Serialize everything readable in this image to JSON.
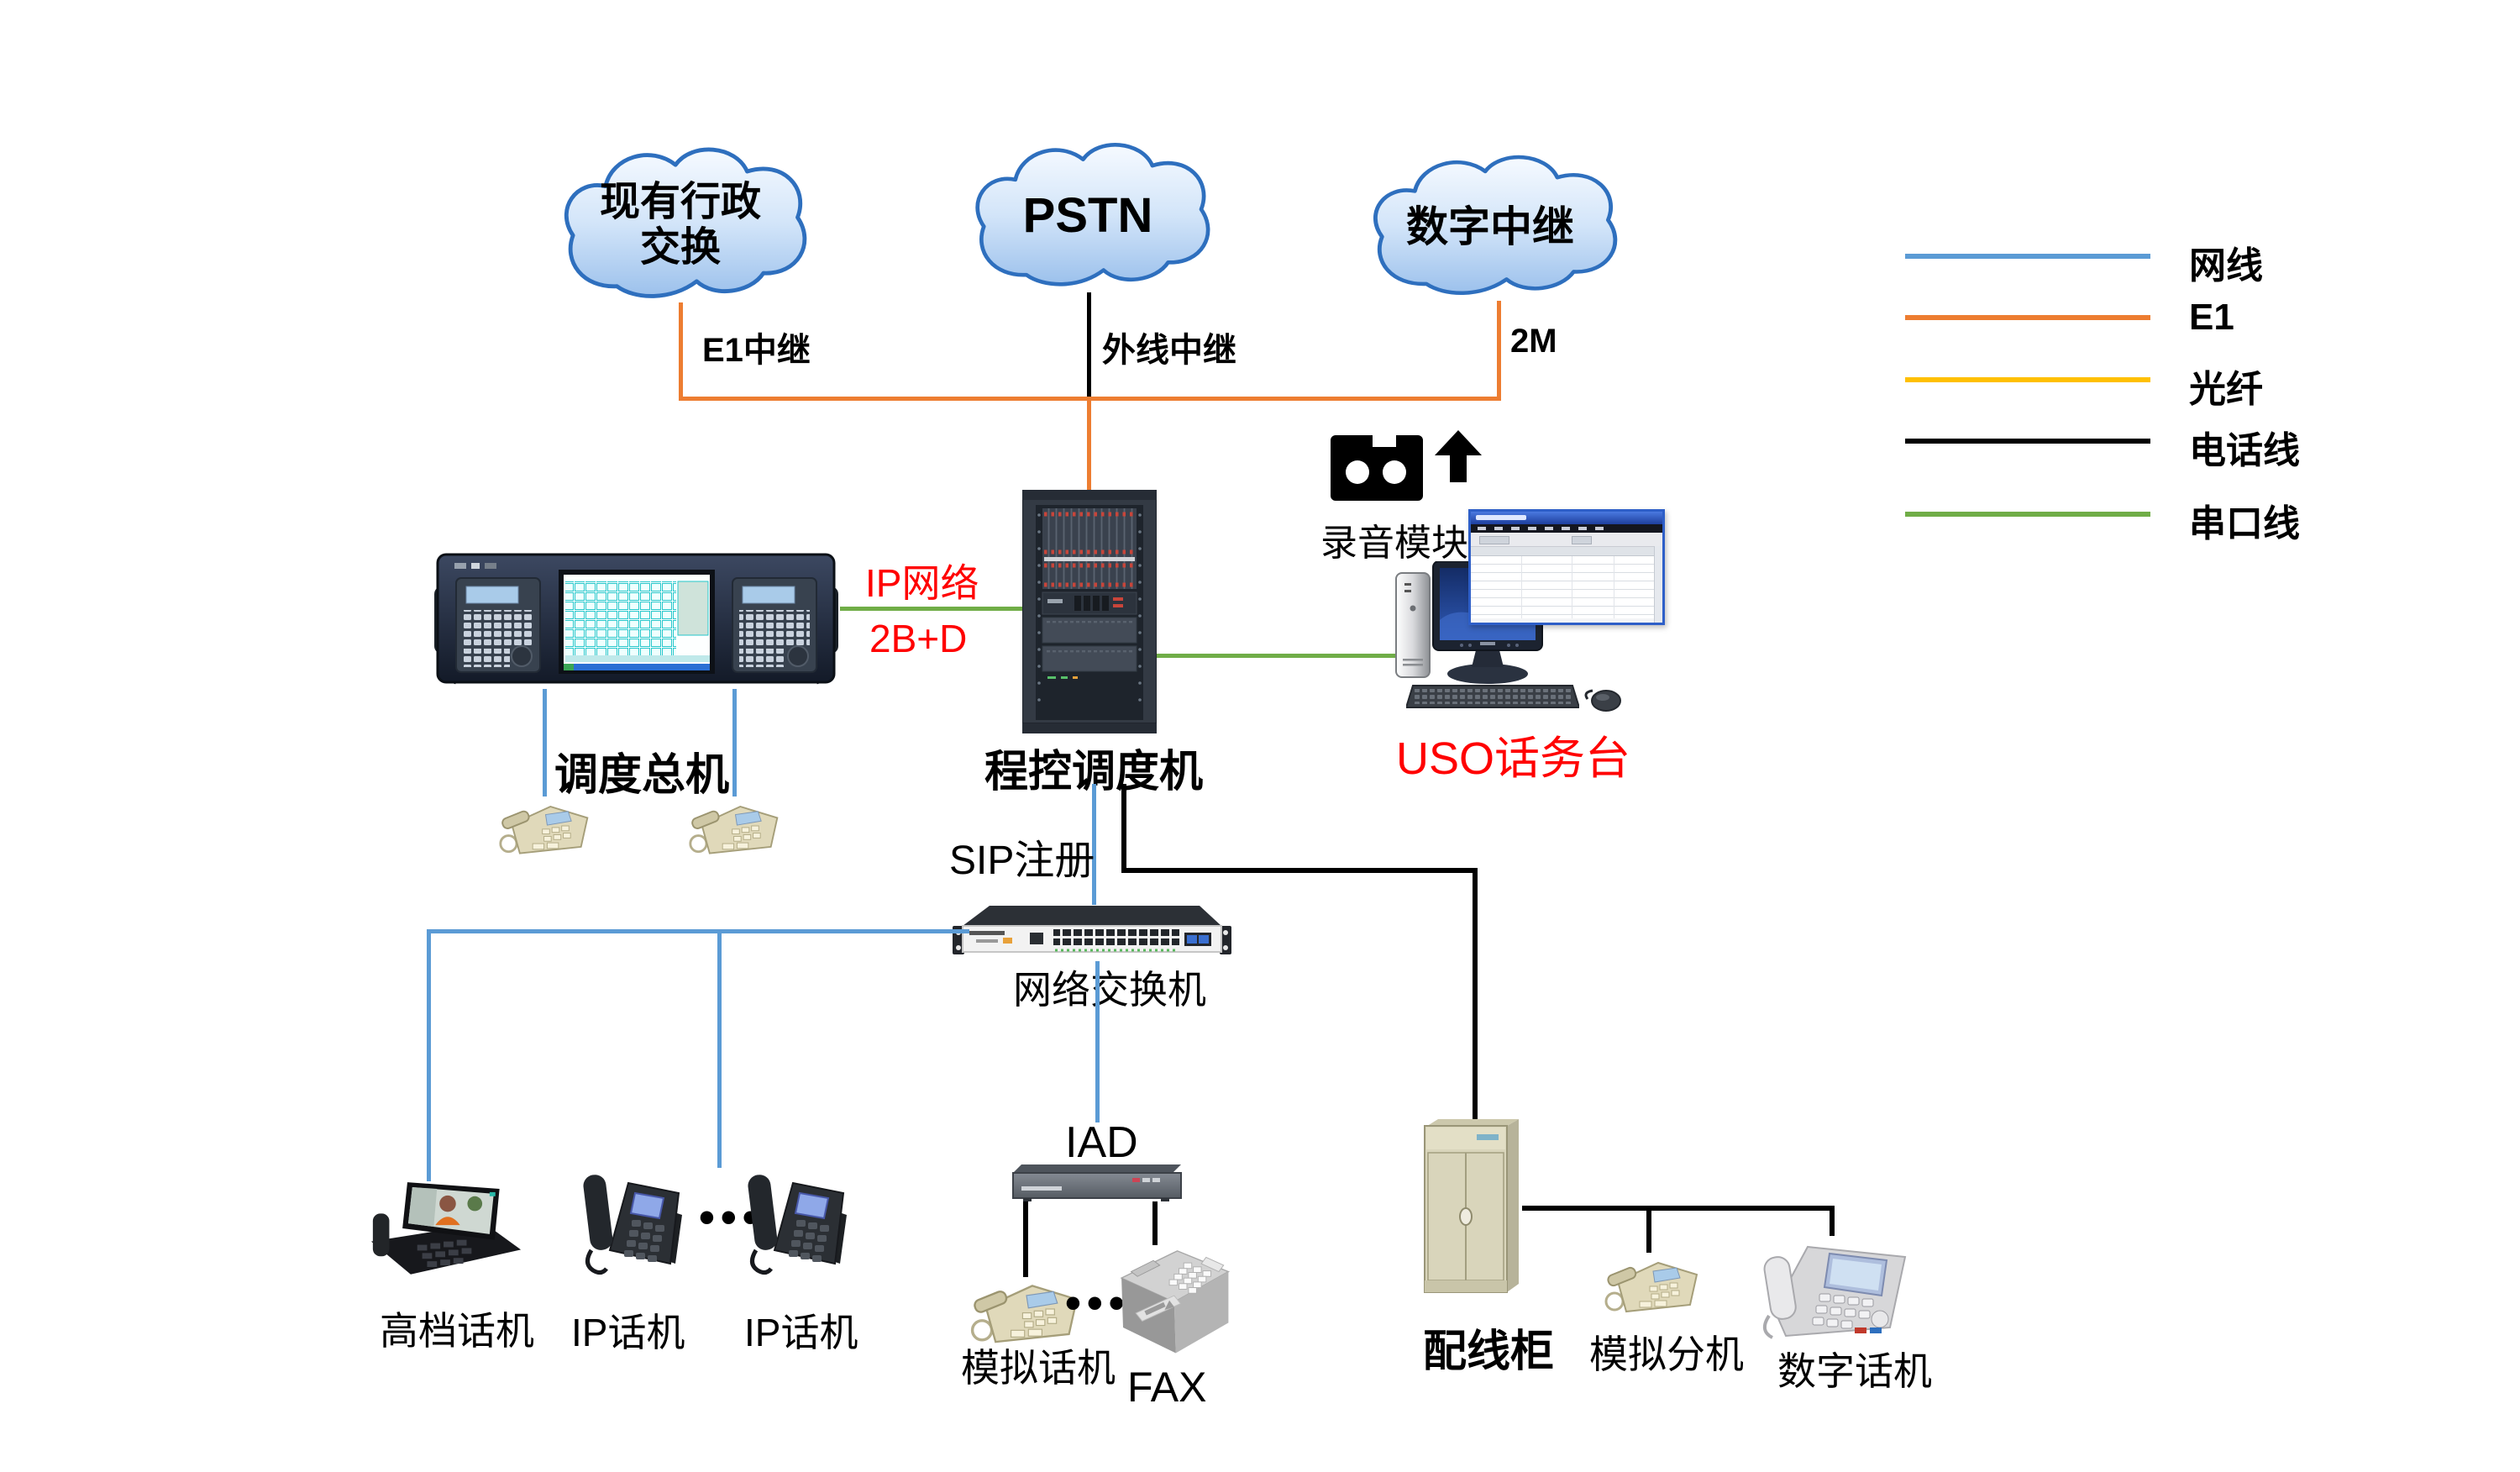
{
  "clouds": {
    "admin": {
      "line1": "现有行政",
      "line2": "交换"
    },
    "pstn": {
      "label": "PSTN"
    },
    "digital": {
      "label": "数字中继"
    }
  },
  "links": {
    "e1_trunk": "E1中继",
    "outside_trunk": "外线中继",
    "two_m": "2M",
    "ip_network": "IP网络",
    "bd": "2B+D",
    "sip_register": "SIP注册",
    "dots": "•••"
  },
  "legend": {
    "items": [
      {
        "label": "网线",
        "color": "#5B9BD5"
      },
      {
        "label": "E1",
        "color": "#ED7D31"
      },
      {
        "label": "光纤",
        "color": "#FFC000"
      },
      {
        "label": "电话线",
        "color": "#000000"
      },
      {
        "label": "串口线",
        "color": "#70AD47"
      }
    ]
  },
  "devices": {
    "dispatch_console": "调度总机",
    "pbx_rack": "程控调度机",
    "recording_module": "录音模块",
    "uso_console": "USO话务台",
    "network_switch": "网络交换机",
    "iad": "IAD",
    "premium_phone": "高档话机",
    "ip_phone_1": "IP话机",
    "ip_phone_2": "IP话机",
    "analog_phone": "模拟话机",
    "fax": "FAX",
    "wiring_cabinet": "配线柜",
    "analog_extension": "模拟分机",
    "digital_phone": "数字话机"
  },
  "colors": {
    "network": "#5B9BD5",
    "e1": "#ED7D31",
    "fiber": "#FFC000",
    "phone_line": "#000000",
    "serial": "#70AD47",
    "highlight": "#FF0000"
  }
}
